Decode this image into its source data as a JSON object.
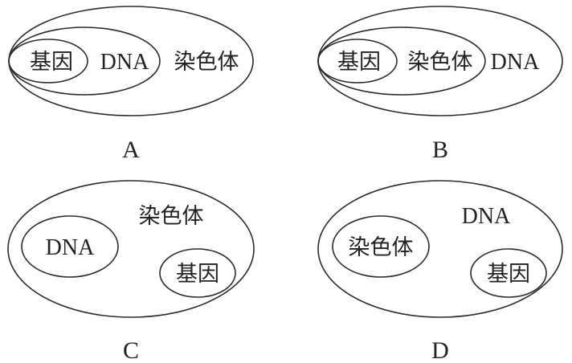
{
  "panels": {
    "a": {
      "caption": "A",
      "labels": {
        "gene": "基因",
        "dna": "DNA",
        "chromosome": "染色体"
      }
    },
    "b": {
      "caption": "B",
      "labels": {
        "gene": "基因",
        "chromosome": "染色体",
        "dna": "DNA"
      }
    },
    "c": {
      "caption": "C",
      "labels": {
        "chromosome": "染色体",
        "dna": "DNA",
        "gene": "基因"
      }
    },
    "d": {
      "caption": "D",
      "labels": {
        "dna": "DNA",
        "chromosome": "染色体",
        "gene": "基因"
      }
    }
  }
}
